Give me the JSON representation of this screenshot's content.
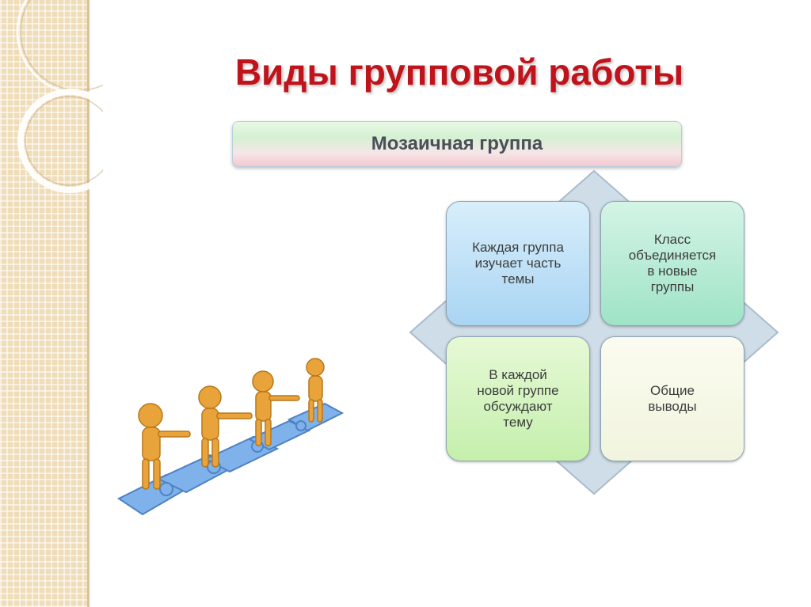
{
  "slide": {
    "title": "Виды групповой работы",
    "banner": "Мозаичная группа",
    "cards": [
      {
        "text": "Каждая группа\nизучает часть\nтемы",
        "color": "#a9d5f3"
      },
      {
        "text": "Класс\nобъединяется\nв новые\nгруппы",
        "color": "#9fe3c6"
      },
      {
        "text": "В каждой\nновой группе\nобсуждают\nтему",
        "color": "#c5efac"
      },
      {
        "text": "Общие\nвыводы",
        "color": "#f1f4de"
      }
    ],
    "title_color": "#c0141c",
    "illustration": "people-on-puzzle-pieces"
  }
}
